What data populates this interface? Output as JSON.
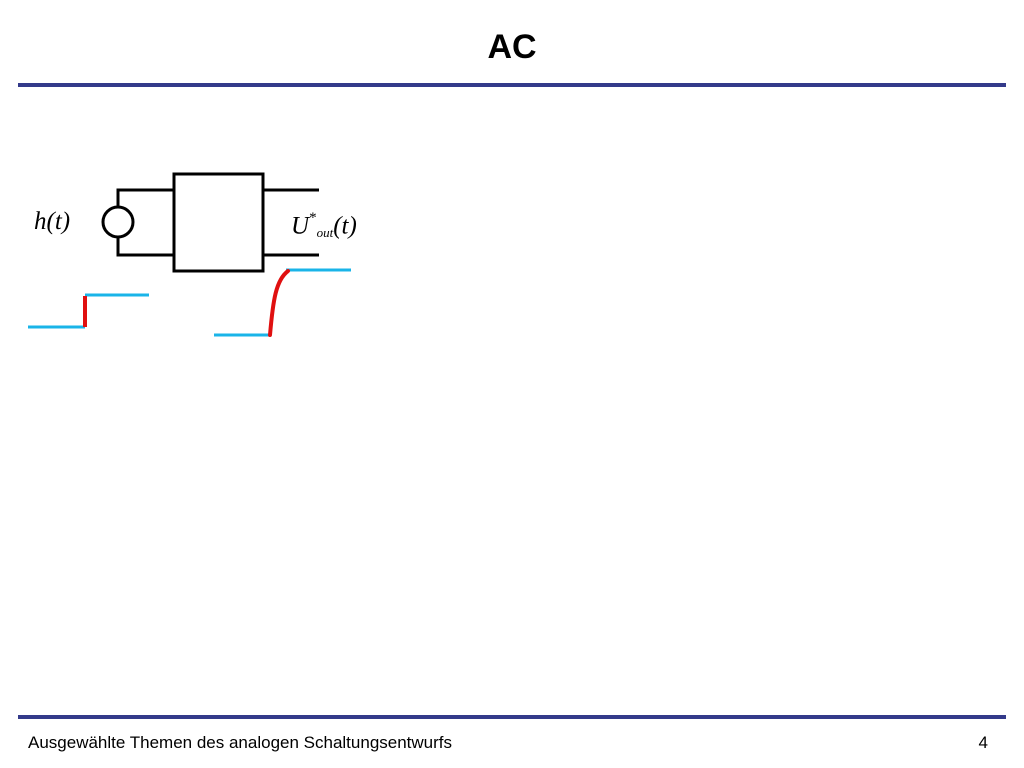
{
  "slide": {
    "title": "AC",
    "footer": "Ausgewählte Themen des analogen Schaltungsentwurfs",
    "page_number": "4"
  },
  "diagram": {
    "input_label": "h(t)",
    "output_label": {
      "symbol": "U",
      "superscript": "*",
      "subscript": "out",
      "argument": "(t)"
    },
    "colors": {
      "circuit": "#000000",
      "signal_level": "#1ab4e8",
      "signal_edge": "#e01010",
      "rule": "#333a8a"
    }
  }
}
